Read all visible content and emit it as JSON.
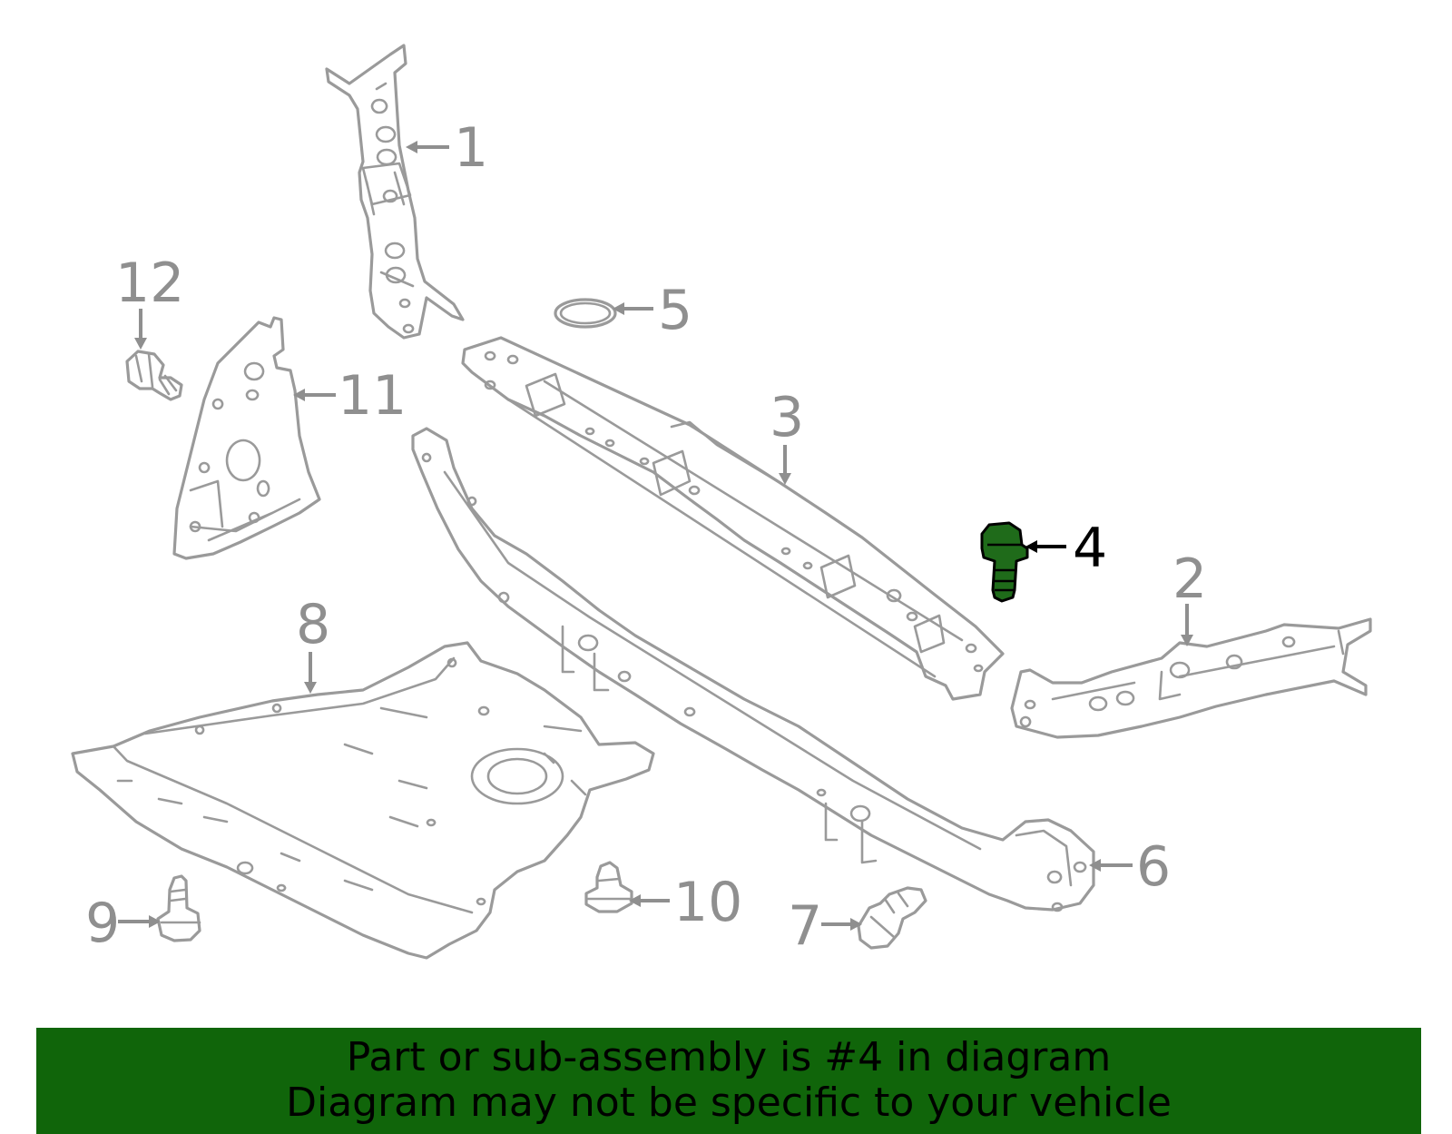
{
  "diagram": {
    "highlight_color": "#10650a",
    "line_color": "#9a9a9a",
    "callouts": [
      {
        "id": "1",
        "label": "1"
      },
      {
        "id": "2",
        "label": "2"
      },
      {
        "id": "3",
        "label": "3"
      },
      {
        "id": "4",
        "label": "4",
        "highlighted": true
      },
      {
        "id": "5",
        "label": "5"
      },
      {
        "id": "6",
        "label": "6"
      },
      {
        "id": "7",
        "label": "7"
      },
      {
        "id": "8",
        "label": "8"
      },
      {
        "id": "9",
        "label": "9"
      },
      {
        "id": "10",
        "label": "10"
      },
      {
        "id": "11",
        "label": "11"
      },
      {
        "id": "12",
        "label": "12"
      }
    ]
  },
  "banner": {
    "line1": "Part or sub-assembly is #4 in diagram",
    "line2": "Diagram may not be specific to your vehicle",
    "color": "#10650a"
  }
}
